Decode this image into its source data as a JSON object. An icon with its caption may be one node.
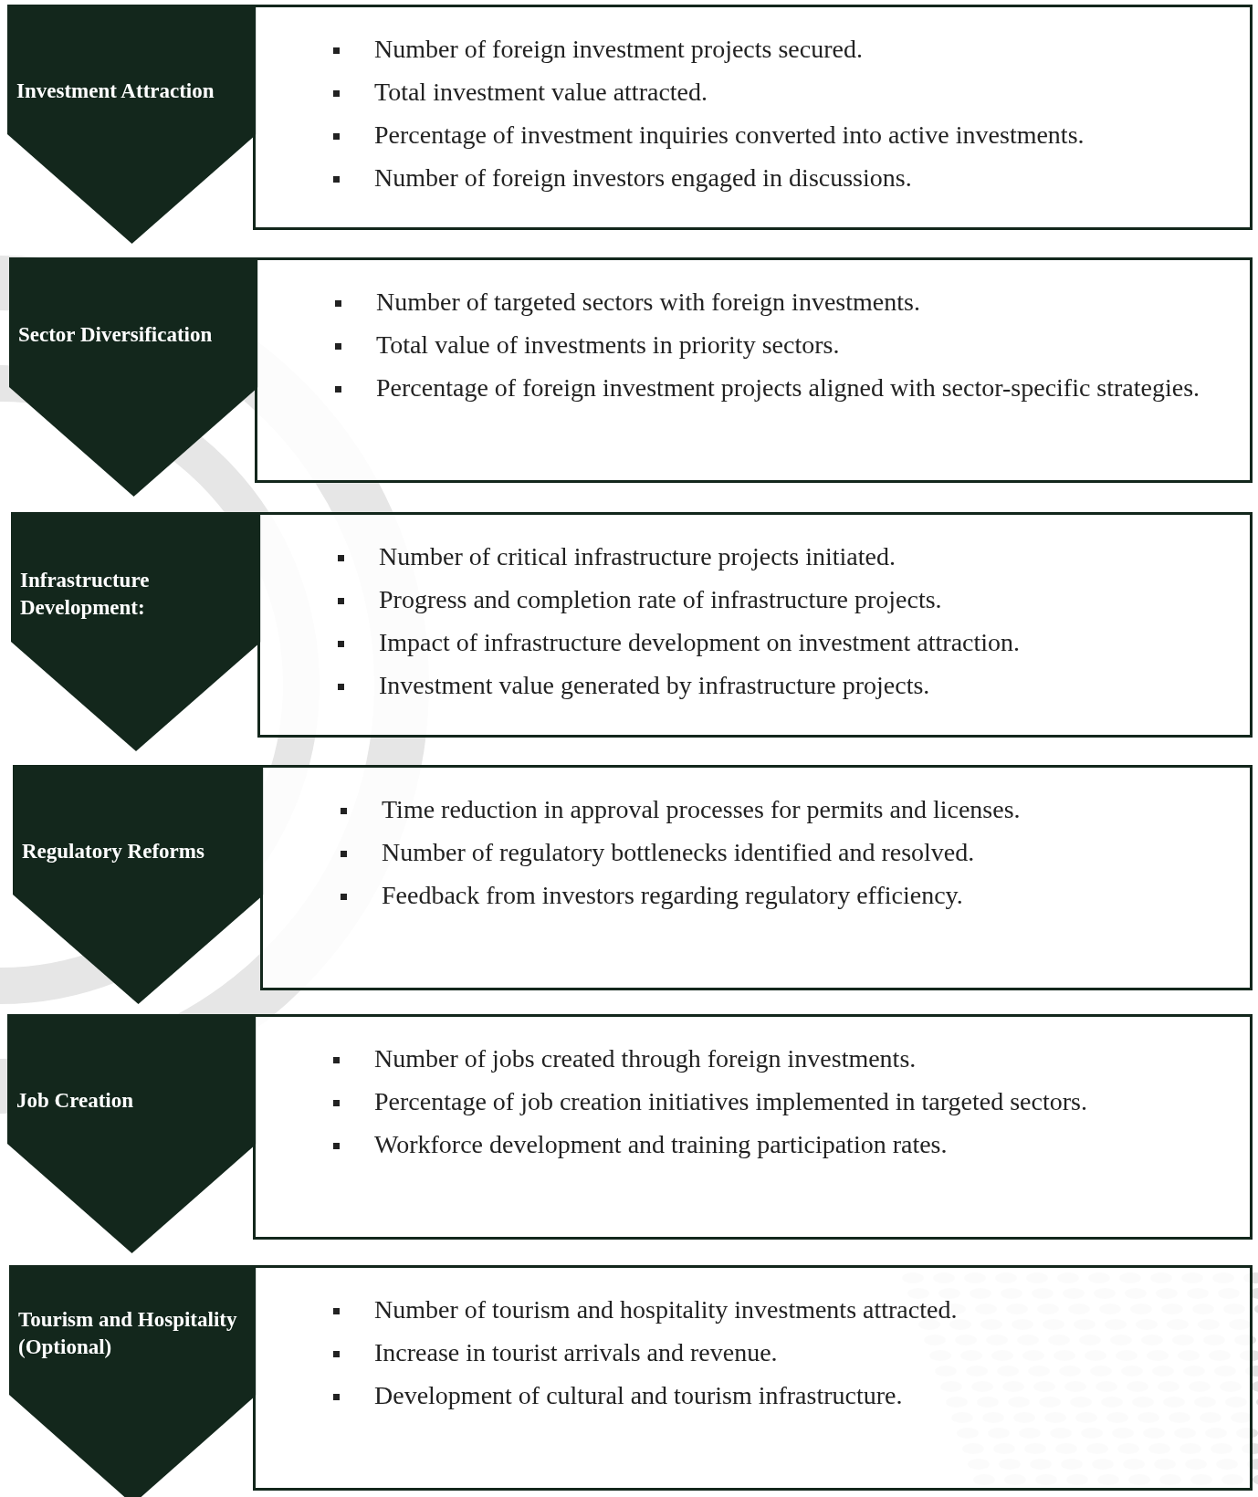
{
  "diagram": {
    "nodes": [
      {
        "text": [
          "Investment Attraction"
        ]
      },
      {
        "text": [
          "Number of foreign investment projects secured.",
          "Total investment value attracted.",
          "Percentage of investment inquiries converted into active investments.",
          "Number of foreign investors engaged in discussions."
        ]
      },
      {
        "text": [
          "Sector Diversification"
        ]
      },
      {
        "text": [
          "Number of targeted sectors with foreign investments.",
          "Total value of investments in priority sectors.",
          "Percentage of foreign investment projects aligned with sector-specific strategies."
        ]
      },
      {
        "text": [
          "Infrastructure Development:"
        ]
      },
      {
        "text": [
          "Number of critical infrastructure projects initiated.",
          "Progress and completion rate of infrastructure projects.",
          "Impact of infrastructure development on investment attraction.",
          "Investment value generated by infrastructure projects."
        ]
      },
      {
        "text": [
          "Regulatory Reforms"
        ]
      },
      {
        "text": [
          "Time reduction in approval processes for permits and licenses.",
          "Number of regulatory bottlenecks identified and resolved.",
          "Feedback from investors regarding regulatory efficiency."
        ]
      },
      {
        "text": [
          "Job Creation"
        ]
      },
      {
        "text": [
          "Number of jobs created through foreign investments.",
          "Percentage of job creation initiatives implemented in targeted sectors.",
          "Workforce development and training participation rates."
        ]
      },
      {
        "text": [
          "Tourism and Hospitality (Optional)"
        ]
      },
      {
        "text": [
          "Number of tourism and hospitality investments attracted.",
          "Increase in tourist arrivals and revenue.",
          "Development of cultural and tourism infrastructure."
        ]
      }
    ],
    "edges": []
  }
}
